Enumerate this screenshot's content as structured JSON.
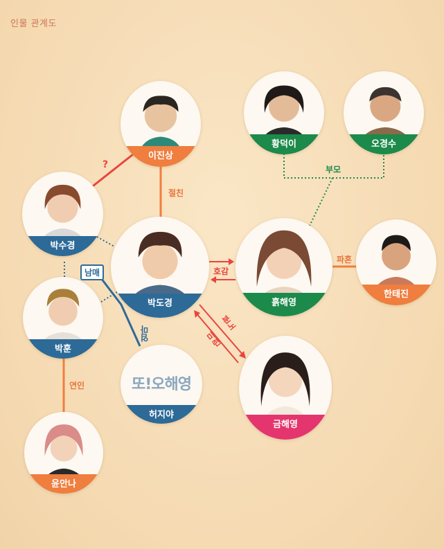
{
  "title": "인물 관계도",
  "characters": {
    "lee_jinsang": "이진상",
    "hwang_deoki": "황덕이",
    "oh_gyeongsu": "오경수",
    "park_sugyeong": "박수경",
    "park_dogyeong": "박도경",
    "heuk_haeyoung": "흙해영",
    "han_taejin": "한태진",
    "park_hun": "박훈",
    "heo_jiya": "허지야",
    "geum_haeyoung": "금해영",
    "yun_anna": "윤안나"
  },
  "logo": "또!오해영",
  "relations": {
    "question": "?",
    "best_friend": "절친",
    "parents": "부모",
    "siblings": "남매",
    "mutual_liking": "호감",
    "broken_engagement": "파혼",
    "anger": "분노",
    "lingering_feelings": "미련",
    "mother": "엄마",
    "lovers": "연인"
  },
  "colors": {
    "orange": "#ef7e3f",
    "blue": "#2d6a97",
    "green": "#1c8a4a",
    "pink": "#e4356f",
    "red": "#e8453e"
  }
}
